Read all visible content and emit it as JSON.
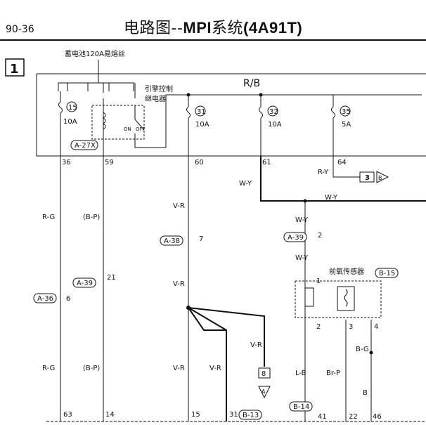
{
  "header": {
    "page_number": "90-36",
    "title_prefix": "电路图--",
    "title_main": "MPI",
    "title_suffix": "系统",
    "title_engine": "(4A91T)"
  },
  "diagram": {
    "section_number": "1",
    "battery_fuse_label": "蓄电池120A易熔丝",
    "relay_label_line1": "引擎控制",
    "relay_label_line2": "继电器",
    "relay_on": "ON",
    "relay_off": "OFF",
    "box_label": "R/B",
    "fuses": [
      {
        "id": "15",
        "rating": "10A"
      },
      {
        "id": "31",
        "rating": "10A"
      },
      {
        "id": "32",
        "rating": "10A"
      },
      {
        "id": "35",
        "rating": "5A"
      }
    ],
    "connectors": {
      "a27x": "A-27X",
      "a38": "A-38",
      "a39": "A-39",
      "a36": "A-36",
      "b13": "B-13",
      "b14": "B-14",
      "b15": "B-15"
    },
    "pins_top": [
      "36",
      "59",
      "60",
      "61",
      "64"
    ],
    "pins_bottom": [
      "63",
      "14",
      "15",
      "31",
      "41",
      "22",
      "46"
    ],
    "pin_a38": "7",
    "pin_a39_left": "21",
    "pin_a36": "6",
    "pin_a39_right": "2",
    "sensor_pins": [
      "1",
      "2",
      "3",
      "4"
    ],
    "sensor_label": "前氧传感器",
    "wires": {
      "rg": "R-G",
      "bp": "(B-P)",
      "vr": "V-R",
      "wy": "W-Y",
      "ry": "R-Y",
      "lb": "L-B",
      "brp": "Br-P",
      "bg": "B-G",
      "b": "B"
    },
    "ref_box_3": "3",
    "ref_arrow_b": "B",
    "ref_box_8": "8",
    "ref_arrow_a": "A"
  }
}
